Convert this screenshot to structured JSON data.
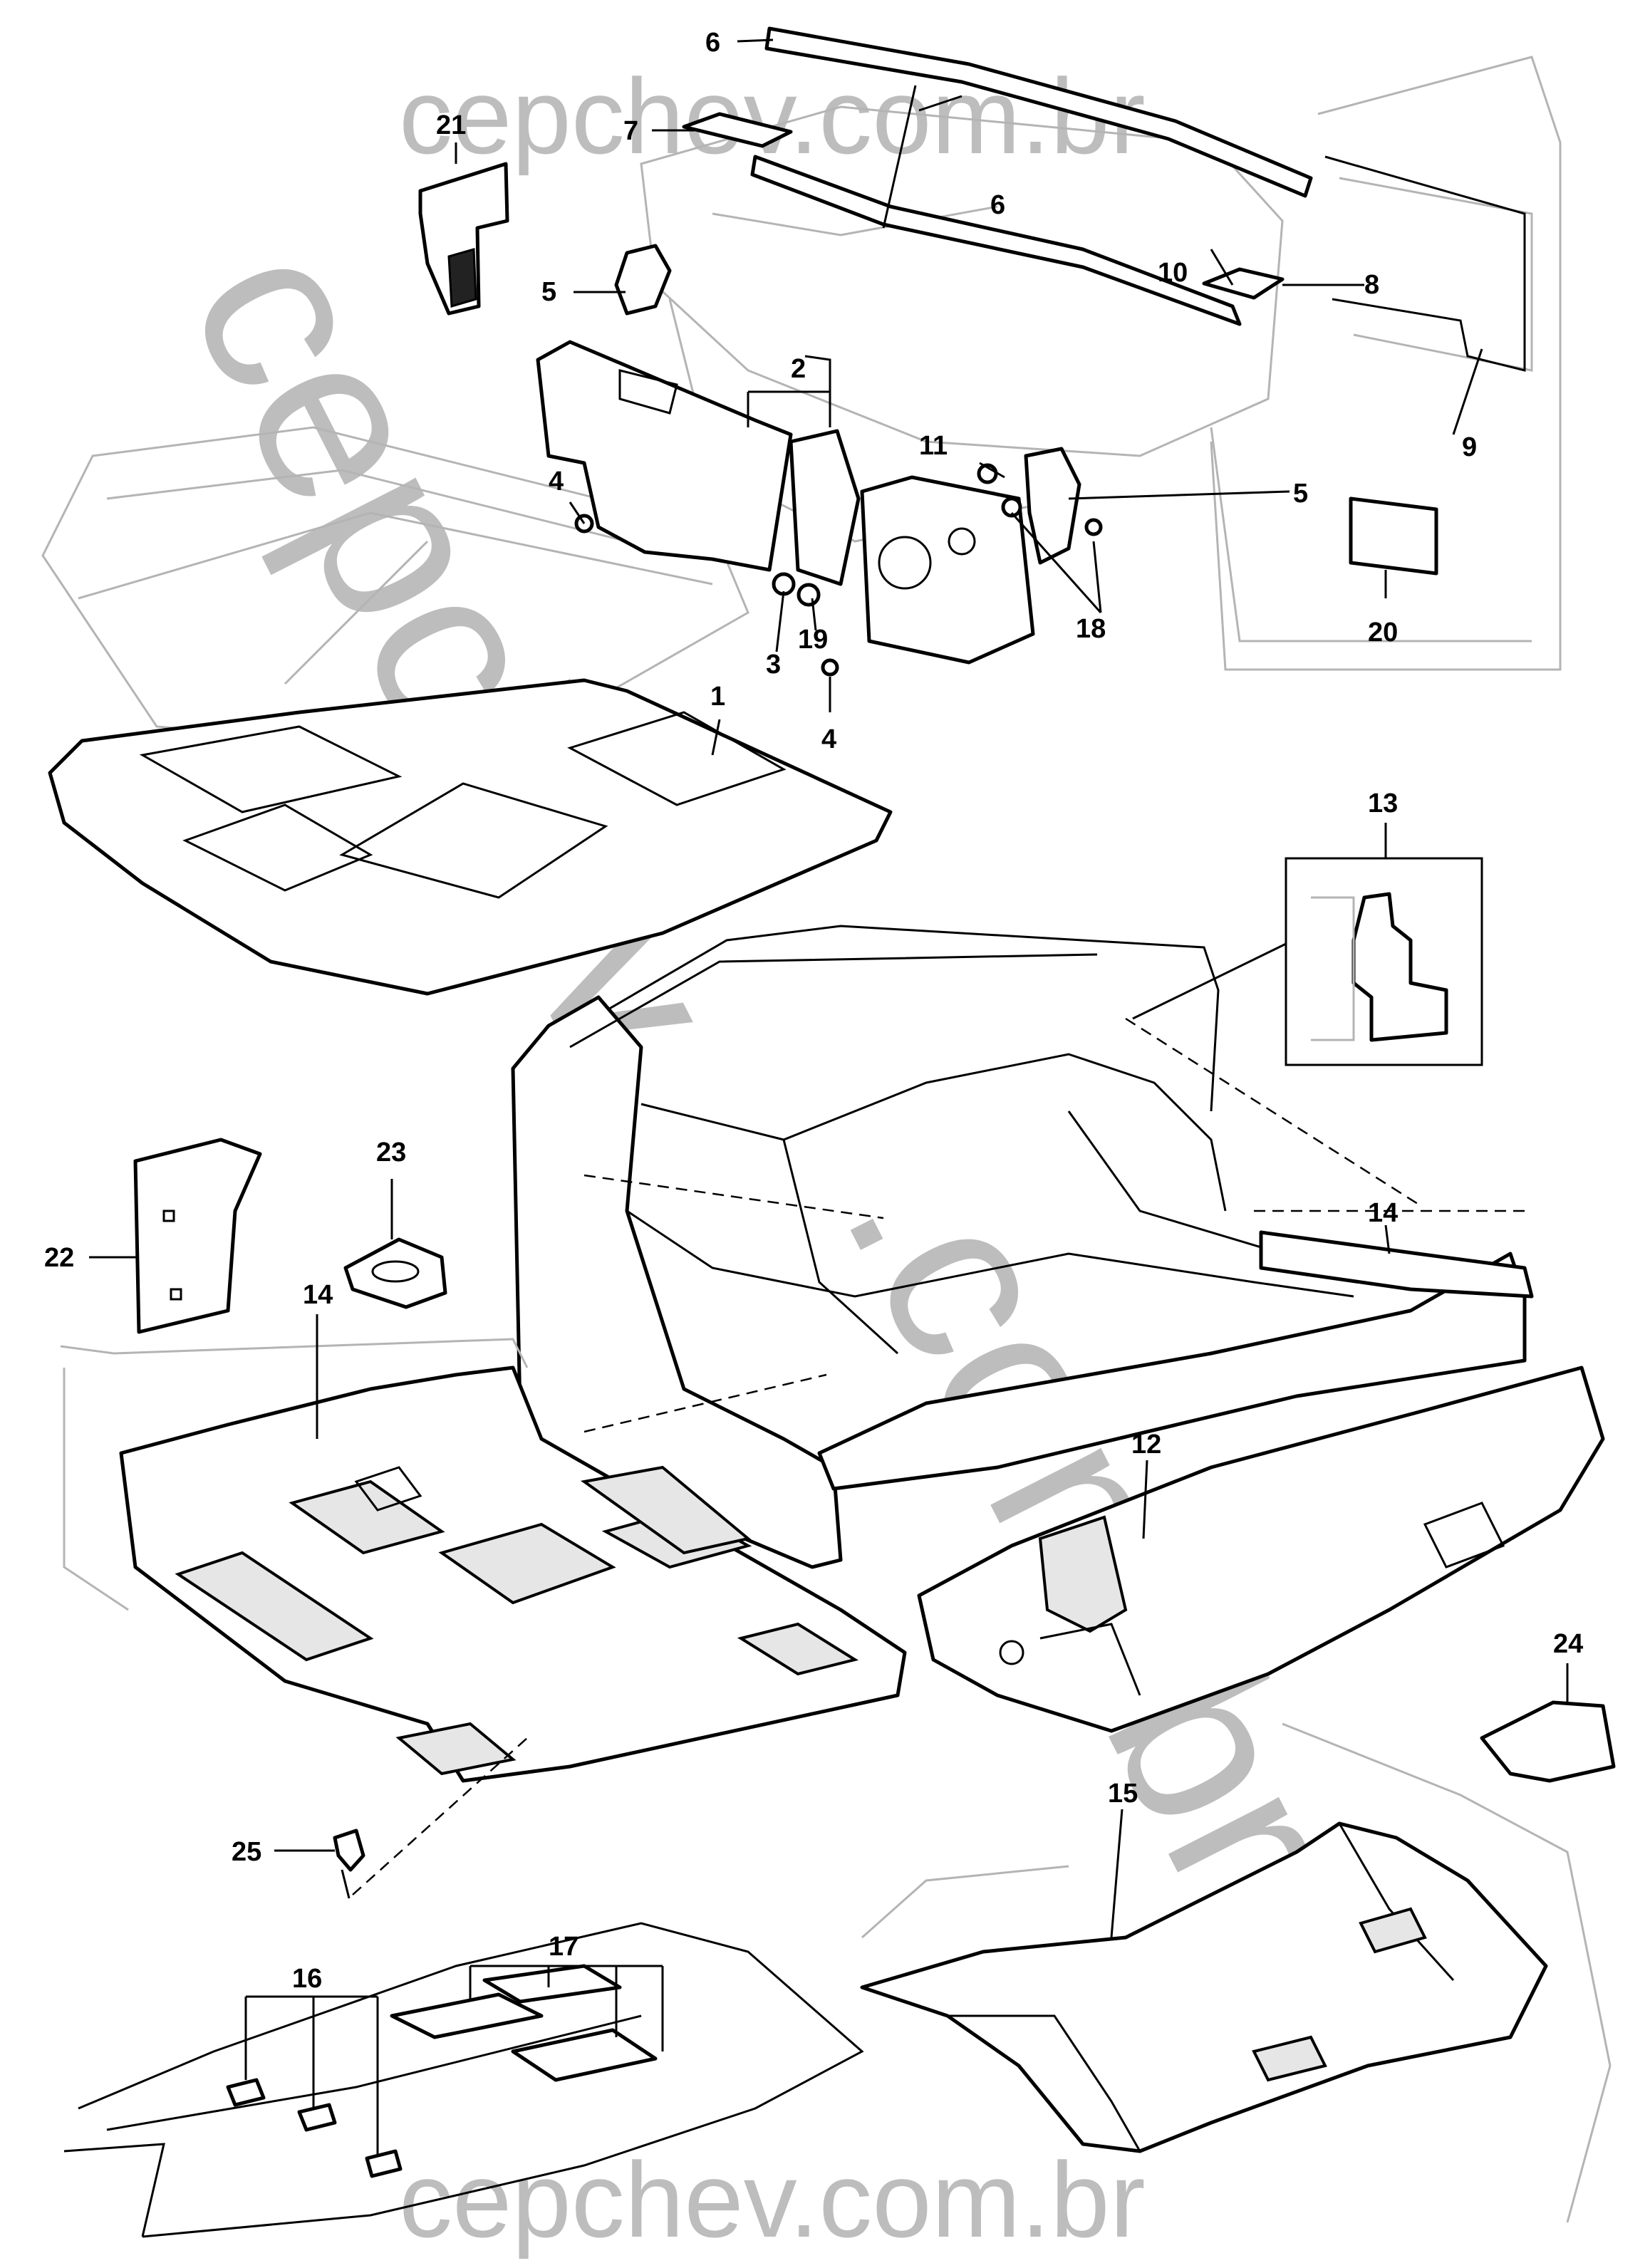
{
  "watermark": {
    "top": "cepchev.com.br",
    "bottom": "cepchev.com.br",
    "diagonal_left": "cepchev",
    "diagonal_right": ".com.br"
  },
  "callouts": {
    "c1": "1",
    "c2": "2",
    "c3": "3",
    "c4a": "4",
    "c4b": "4",
    "c5a": "5",
    "c5b": "5",
    "c6a": "6",
    "c6b": "6",
    "c7": "7",
    "c8": "8",
    "c9": "9",
    "c10": "10",
    "c11": "11",
    "c12": "12",
    "c13": "13",
    "c14a": "14",
    "c14b": "14",
    "c15": "15",
    "c16": "16",
    "c17": "17",
    "c18": "18",
    "c19": "19",
    "c20": "20",
    "c21": "21",
    "c22": "22",
    "c23": "23",
    "c24": "24",
    "c25": "25"
  }
}
